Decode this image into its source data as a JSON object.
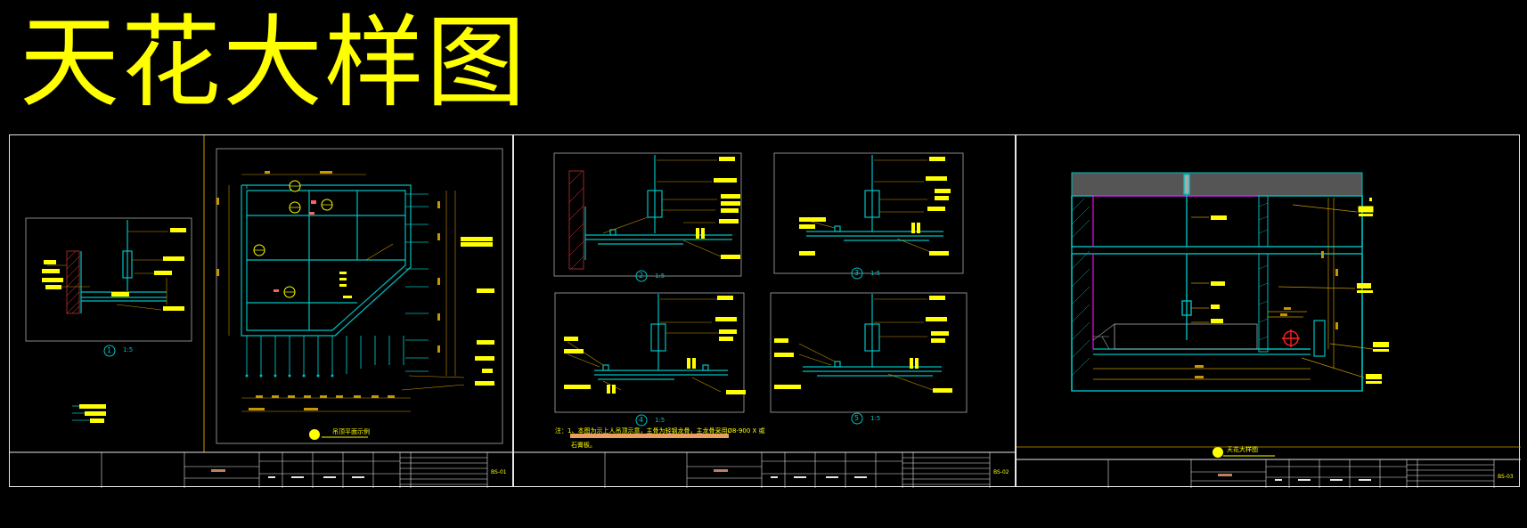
{
  "title": "天花大样图",
  "colors": {
    "background": "#000000",
    "title": "#ffff00",
    "sheet_border": "#e6e6e6",
    "wall": "#00c0c0",
    "dimension": "#c89600",
    "label": "#ffff00",
    "detail_mark": "#00c0c0",
    "slab": "#555555",
    "magenta": "#ff00ff",
    "red": "#ff2020"
  },
  "sheets": [
    {
      "sheet_no": "BS-01",
      "plan_caption": "吊顶平面示例",
      "details": [
        {
          "no": "1",
          "scale": "1:5"
        }
      ]
    },
    {
      "sheet_no": "BS-02",
      "note_line1": "注：1、本图为示上人吊顶示意，主骨为轻钢龙骨，主龙骨采用Ø8-900 X 或",
      "note_line2": "石膏板。",
      "details": [
        {
          "no": "2",
          "scale": "1:5"
        },
        {
          "no": "3",
          "scale": "1:5"
        },
        {
          "no": "4",
          "scale": "1:5"
        },
        {
          "no": "5",
          "scale": "1:5"
        }
      ]
    },
    {
      "sheet_no": "BS-03",
      "section_caption": "天花大样图"
    }
  ]
}
